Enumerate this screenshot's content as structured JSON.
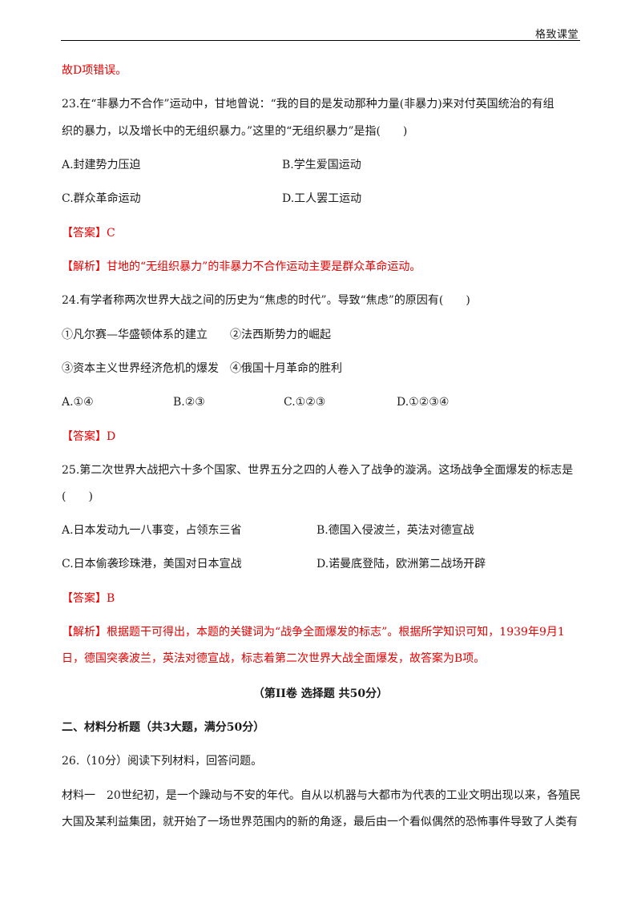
{
  "header": {
    "brand": "格致课堂"
  },
  "prev_analysis_tail": "故D项错误。",
  "q23": {
    "stem_line1": "23.在“非暴力不合作”运动中，甘地曾说：“我的目的是发动那种力量(非暴力)来对付英国统治的有组",
    "stem_line2": "织的暴力，以及增长中的无组织暴力。”这里的“无组织暴力”是指(　　)",
    "options": [
      "A.封建势力压迫",
      "B.学生爱国运动",
      "C.群众革命运动",
      "D.工人罢工运动"
    ],
    "answer": "【答案】C",
    "analysis": "【解析】甘地的“无组织暴力”的非暴力不合作运动主要是群众革命运动。"
  },
  "q24": {
    "stem": "24.有学者称两次世界大战之间的历史为“焦虑的时代”。导致“焦虑”的原因有(　　)",
    "items_line1": "①凡尔赛—华盛顿体系的建立　　②法西斯势力的崛起",
    "items_line2": "③资本主义世界经济危机的爆发　④俄国十月革命的胜利",
    "options": [
      "A.①④",
      "B.②③",
      "C.①②③",
      "D.①②③④"
    ],
    "answer": "【答案】D"
  },
  "q25": {
    "stem_line1": "25.第二次世界大战把六十多个国家、世界五分之四的人卷入了战争的漩涡。这场战争全面爆发的标志是",
    "stem_line2": "(　　)",
    "options": [
      "A.日本发动九一八事变，占领东三省",
      "B.德国入侵波兰，英法对德宣战",
      "C.日本偷袭珍珠港，美国对日本宣战",
      "D.诺曼底登陆，欧洲第二战场开辟"
    ],
    "answer": "【答案】B",
    "analysis_line1": "【解析】根据题干可得出，本题的关键词为“战争全面爆发的标志”。根据所学知识可知，1939年9月1",
    "analysis_line2": "日，德国突袭波兰，英法对德宣战，标志着第二次世界大战全面爆发，故答案为B项。"
  },
  "section": {
    "volume_title": "（第II卷 选择题 共50分）",
    "part_title": "二、材料分析题（共3大题，满分50分）"
  },
  "q26": {
    "stem": "26.（10分）阅读下列材料，回答问题。",
    "material_line1": "材料一　20世纪初，是一个躁动与不安的年代。自从以机器与大都市为代表的工业文明出现以来，各殖民",
    "material_line2": "大国及某利益集团，就开始了一场世界范围内的新的角逐，最后由一个看似偶然的恐怖事件导致了人类有"
  }
}
